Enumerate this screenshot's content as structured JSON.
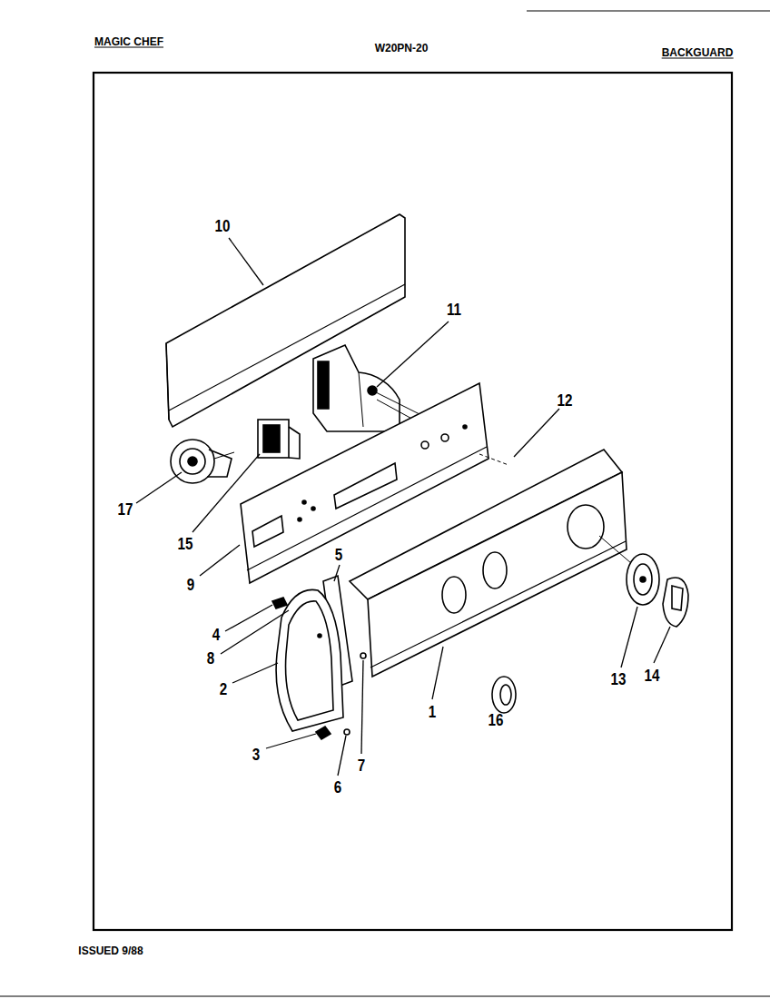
{
  "diagram": {
    "labels": [
      "MAGIC CHEF",
      "W20PN-20",
      "BACKGUARD",
      "10",
      "11",
      "12",
      "17",
      "15",
      "9",
      "5",
      "4",
      "8",
      "2",
      "3",
      "6",
      "7",
      "1",
      "16",
      "13",
      "14",
      "ISSUED 9/88"
    ]
  }
}
